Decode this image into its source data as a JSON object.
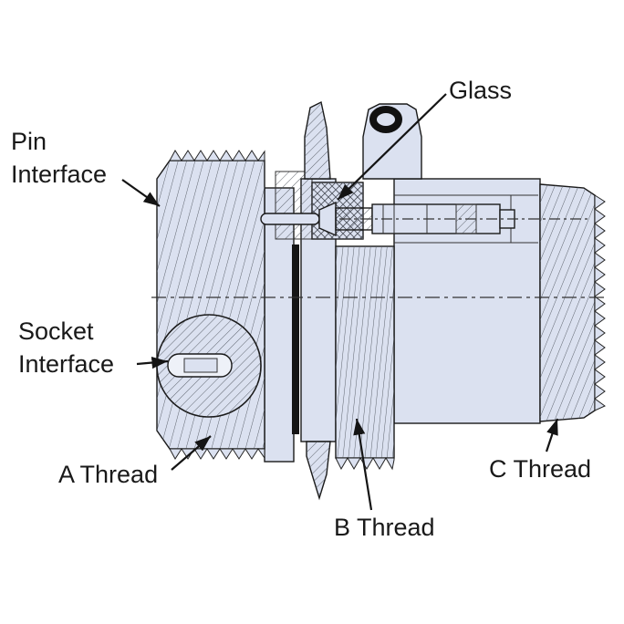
{
  "diagram": {
    "labels": {
      "pin_interface": {
        "line1": "Pin",
        "line2": "Interface"
      },
      "socket_interface": {
        "line1": "Socket",
        "line2": "Interface"
      },
      "glass": "Glass",
      "a_thread": "A Thread",
      "b_thread": "B Thread",
      "c_thread": "C Thread"
    },
    "colors": {
      "body_fill": "#dbe1f0",
      "outline": "#1a1a1a",
      "hatch": "#50555f",
      "gasket": "#151515",
      "background": "#ffffff"
    }
  }
}
